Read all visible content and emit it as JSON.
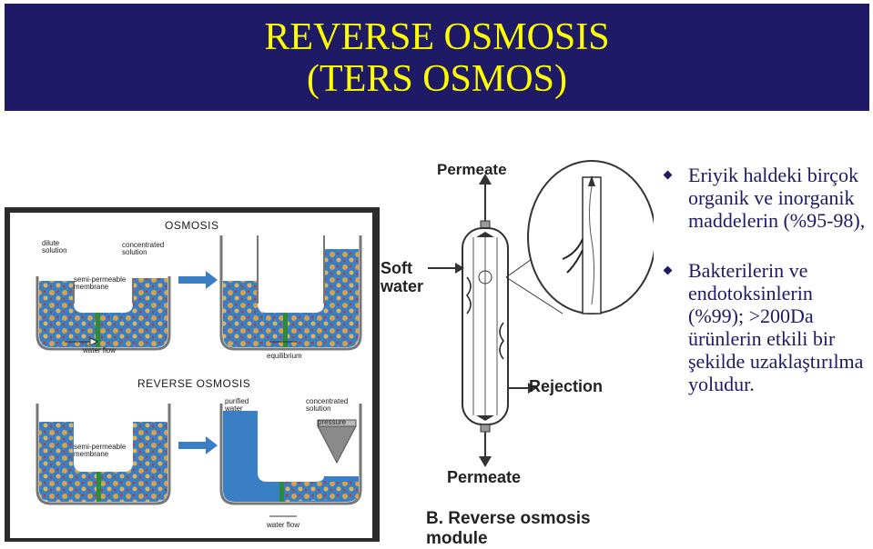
{
  "title": {
    "line1": "REVERSE OSMOSIS",
    "line2": "(TERS OSMOS)"
  },
  "left_diagram": {
    "osmosis_heading": "OSMOSIS",
    "dilute_solution": "dilute solution",
    "concentrated_solution": "concentrated solution",
    "semi_permeable_membrane": "semi-permeable membrane",
    "water_flow": "water flow",
    "equilibrium": "equilibrium",
    "reverse_osmosis_heading": "REVERSE OSMOSIS",
    "purified_water": "purified water",
    "concentrated_solution_2": "concentrated solution",
    "pressure": "pressure",
    "semi_permeable_membrane_2": "semi-permeable membrane",
    "water_flow_2": "water flow"
  },
  "right_diagram": {
    "permeate_top": "Permeate",
    "soft_water": "Soft water",
    "rejection": "Rejection",
    "permeate_bottom": "Permeate",
    "caption": "B. Reverse osmosis module"
  },
  "bullets": [
    "Eriyik haldeki birçok organik ve inorganik maddelerin (%95-98),",
    "Bakterilerin ve endotoksinlerin (%99); >200Da ürünlerin etkili bir şekilde uzaklaştırılma yoludur."
  ],
  "colors": {
    "title_bg": "#1f1a66",
    "title_text": "#ffff00",
    "bullet_text": "#1f1a66",
    "water": "#3a7fc4"
  }
}
